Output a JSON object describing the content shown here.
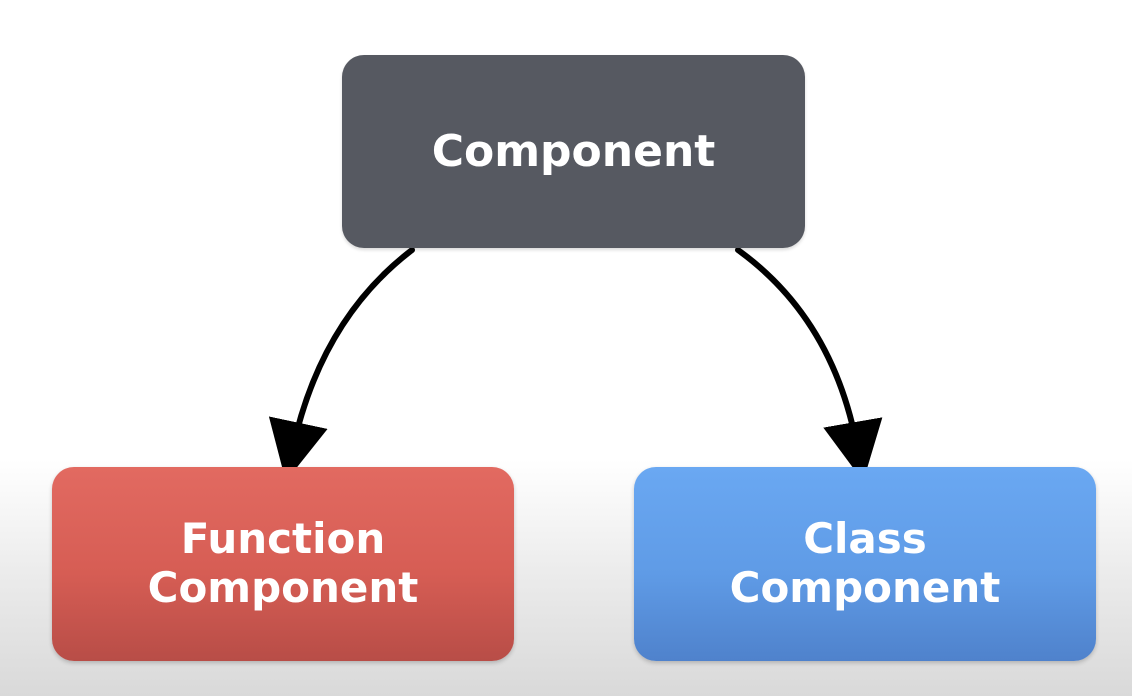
{
  "diagram": {
    "root": {
      "label": "Component"
    },
    "children": [
      {
        "label_line1": "Function",
        "label_line2": "Component"
      },
      {
        "label_line1": "Class",
        "label_line2": "Component"
      }
    ]
  },
  "colors": {
    "root": "#565961",
    "function": "#d65d54",
    "class": "#5f9be6",
    "arrow": "#000000"
  }
}
